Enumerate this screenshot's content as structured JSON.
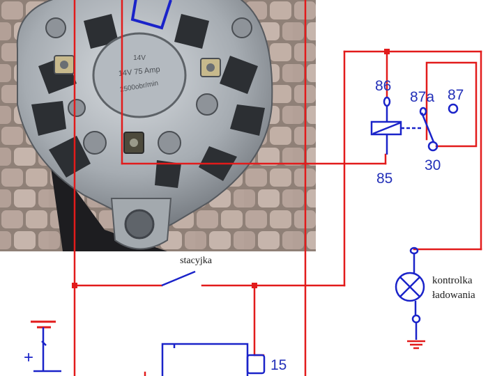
{
  "photo": {
    "subject": "alternator-photo"
  },
  "alternator_plate": {
    "line1": "14V",
    "line2": "14V  75 Amp",
    "line3": "2500obr/min"
  },
  "relay": {
    "pin_86": "86",
    "pin_87a": "87a",
    "pin_87": "87",
    "pin_85": "85",
    "pin_30": "30"
  },
  "switch": {
    "label": "stacyjka"
  },
  "lamp": {
    "label_line1": "kontrolka",
    "label_line2": "ładowania"
  },
  "ignition_coil": {
    "terminal_15": "15"
  },
  "battery": {
    "plus_sign": "+"
  },
  "colors": {
    "wire_red": "#e21b1b",
    "component_blue": "#1a23c9",
    "label_blue": "#2330b8",
    "text_dark": "#1a1a1a"
  }
}
